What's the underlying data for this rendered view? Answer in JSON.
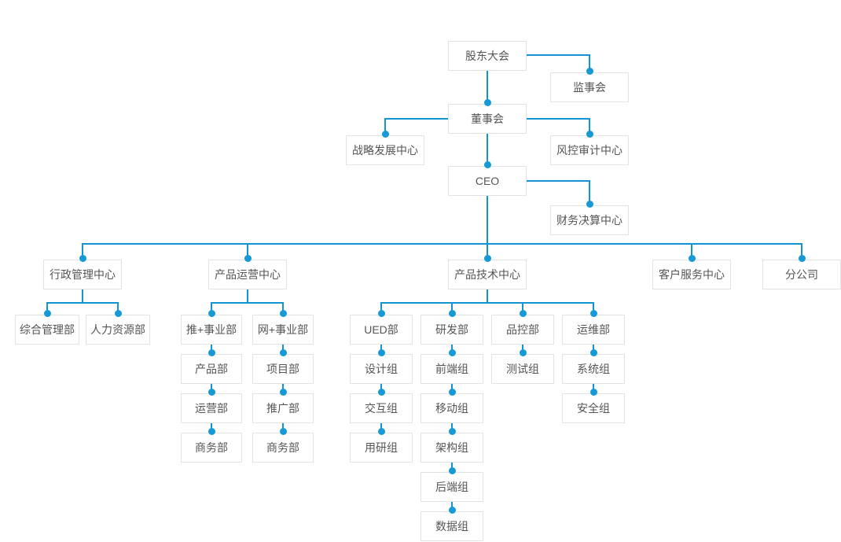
{
  "colors": {
    "background": "#ffffff",
    "line": "#1095d2",
    "dot": "#169ad6",
    "node_border": "#e3e3e3",
    "node_text": "#555555"
  },
  "org": {
    "shareholders": "股东大会",
    "supervisory_board": "监事会",
    "board": "董事会",
    "strategy_center": "战略发展中心",
    "risk_audit_center": "风控审计中心",
    "ceo": "CEO",
    "finance_center": "财务决算中心",
    "admin_center": "行政管理中心",
    "product_ops_center": "产品运营中心",
    "product_tech_center": "产品技术中心",
    "customer_service_center": "客户服务中心",
    "branch_company": "分公司",
    "general_admin_dept": "综合管理部",
    "hr_dept": "人力资源部",
    "tui_business_unit": "推+事业部",
    "wang_business_unit": "网+事业部",
    "product_dept": "产品部",
    "operations_dept": "运营部",
    "business_dept_tui": "商务部",
    "project_dept": "项目部",
    "promotion_dept": "推广部",
    "business_dept_wang": "商务部",
    "ued_dept": "UED部",
    "rnd_dept": "研发部",
    "qc_dept": "品控部",
    "om_dept": "运维部",
    "design_team": "设计组",
    "interaction_team": "交互组",
    "user_research_team": "用研组",
    "frontend_team": "前端组",
    "mobile_team": "移动组",
    "architecture_team": "架构组",
    "backend_team": "后端组",
    "data_team": "数据组",
    "testing_team": "测试组",
    "system_team": "系统组",
    "security_team": "安全组"
  },
  "connections": [
    [
      "shareholders",
      "supervisory_board"
    ],
    [
      "shareholders",
      "board"
    ],
    [
      "board",
      "strategy_center"
    ],
    [
      "board",
      "risk_audit_center"
    ],
    [
      "board",
      "ceo"
    ],
    [
      "ceo",
      "finance_center"
    ],
    [
      "ceo",
      "admin_center"
    ],
    [
      "ceo",
      "product_ops_center"
    ],
    [
      "ceo",
      "product_tech_center"
    ],
    [
      "ceo",
      "customer_service_center"
    ],
    [
      "ceo",
      "branch_company"
    ],
    [
      "admin_center",
      "general_admin_dept"
    ],
    [
      "admin_center",
      "hr_dept"
    ],
    [
      "product_ops_center",
      "tui_business_unit"
    ],
    [
      "product_ops_center",
      "wang_business_unit"
    ],
    [
      "tui_business_unit",
      "product_dept"
    ],
    [
      "product_dept",
      "operations_dept"
    ],
    [
      "operations_dept",
      "business_dept_tui"
    ],
    [
      "wang_business_unit",
      "project_dept"
    ],
    [
      "project_dept",
      "promotion_dept"
    ],
    [
      "promotion_dept",
      "business_dept_wang"
    ],
    [
      "product_tech_center",
      "ued_dept"
    ],
    [
      "product_tech_center",
      "rnd_dept"
    ],
    [
      "product_tech_center",
      "qc_dept"
    ],
    [
      "product_tech_center",
      "om_dept"
    ],
    [
      "ued_dept",
      "design_team"
    ],
    [
      "design_team",
      "interaction_team"
    ],
    [
      "interaction_team",
      "user_research_team"
    ],
    [
      "rnd_dept",
      "frontend_team"
    ],
    [
      "frontend_team",
      "mobile_team"
    ],
    [
      "mobile_team",
      "architecture_team"
    ],
    [
      "architecture_team",
      "backend_team"
    ],
    [
      "backend_team",
      "data_team"
    ],
    [
      "qc_dept",
      "testing_team"
    ],
    [
      "om_dept",
      "system_team"
    ],
    [
      "system_team",
      "security_team"
    ]
  ]
}
